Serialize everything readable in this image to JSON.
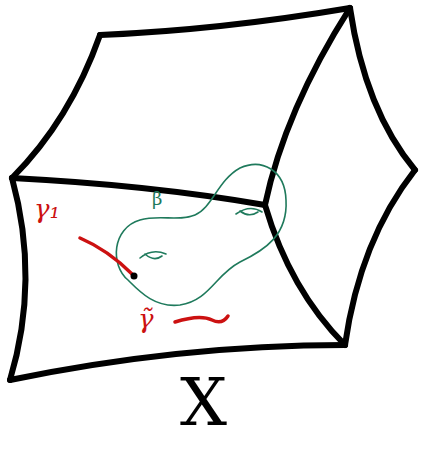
{
  "diagram": {
    "labels": [
      "γ₁",
      "β",
      "γ̃",
      "X"
    ]
  }
}
